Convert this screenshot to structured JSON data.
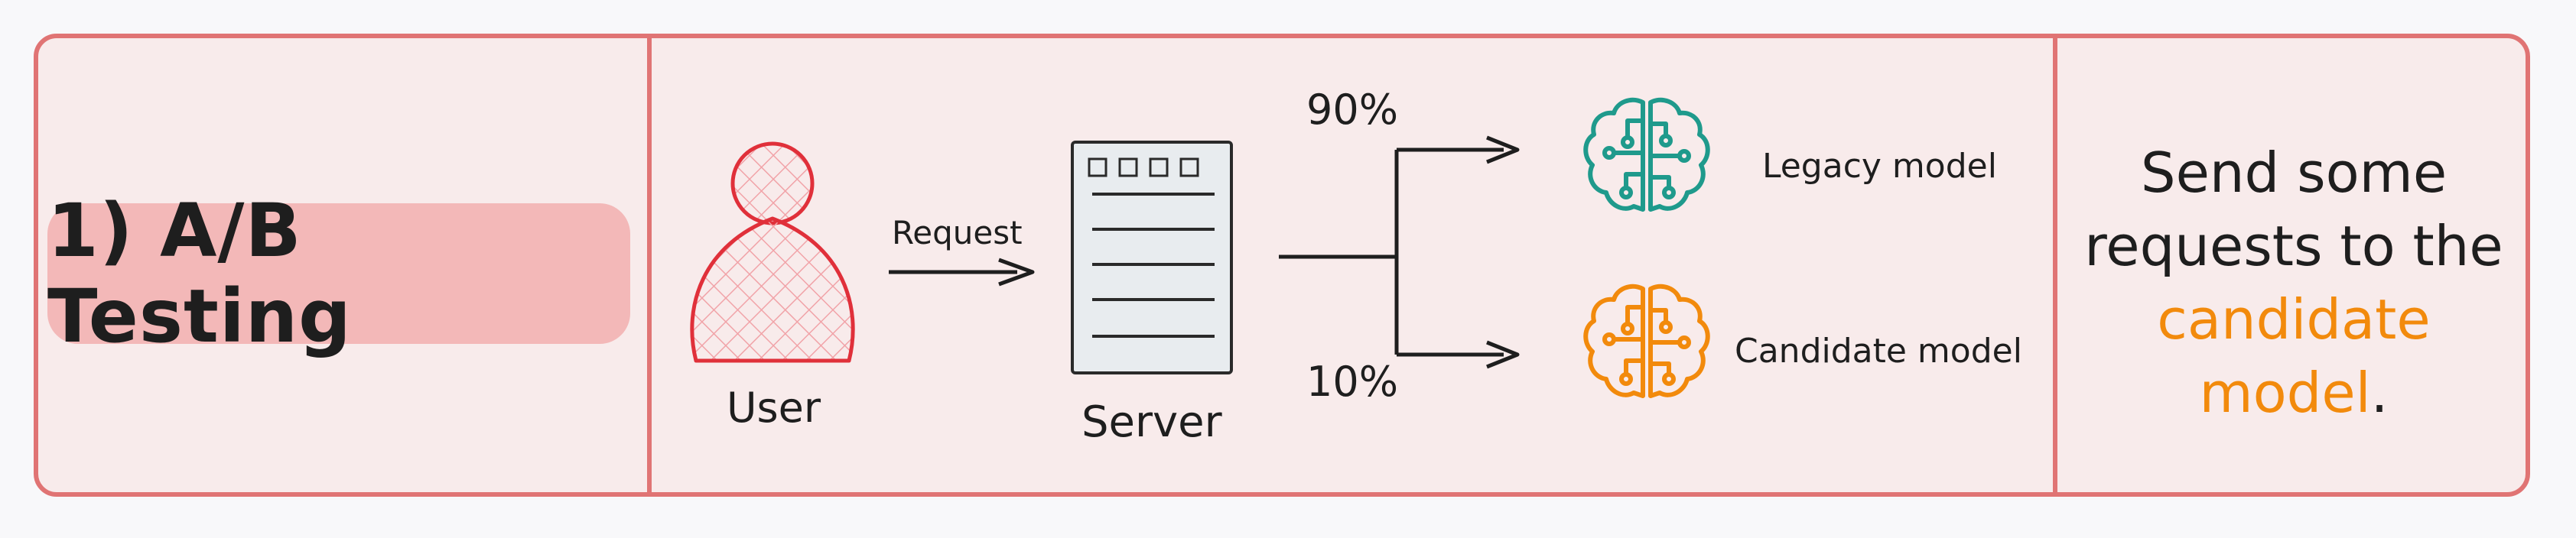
{
  "title": "1) A/B Testing",
  "diagram": {
    "user_label": "User",
    "request_label": "Request",
    "server_label": "Server",
    "split_top_pct": "90%",
    "split_bottom_pct": "10%",
    "legacy_model_label": "Legacy model",
    "candidate_model_label": "Candidate model",
    "colors": {
      "border": "#e07474",
      "user": "#e0303a",
      "legacy_model": "#1f9a8c",
      "candidate_model": "#f28a0c",
      "server_fill": "#e8ecef"
    },
    "icons": [
      "user-icon",
      "server-icon",
      "brain-circuit-icon",
      "brain-circuit-icon"
    ]
  },
  "description": {
    "line1": "Send some",
    "line2": "requests to the",
    "highlight": "candidate",
    "highlight2": "model",
    "end": "."
  }
}
